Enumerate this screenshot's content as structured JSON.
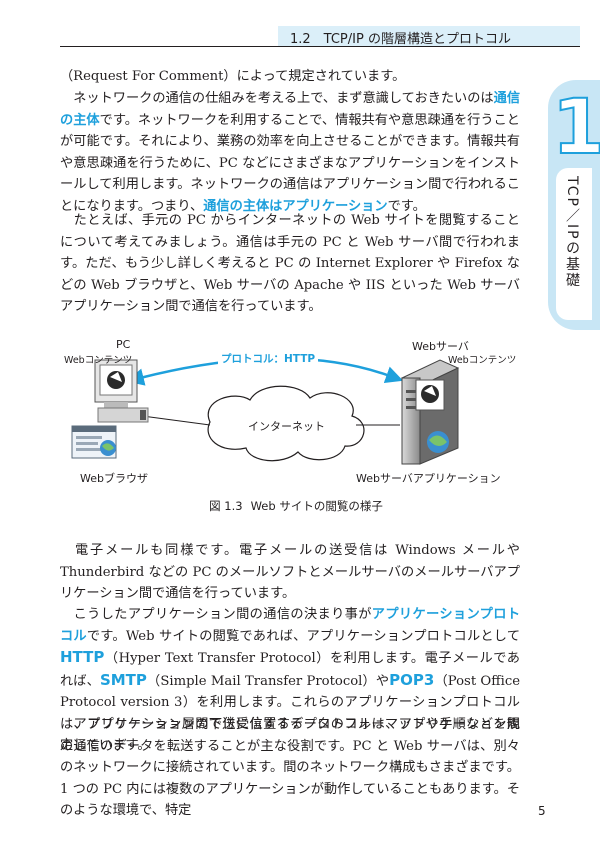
{
  "header": {
    "section_title": "1.2　TCP/IP の階層構造とプロトコル"
  },
  "side": {
    "chapter_number": "1",
    "chapter_label": "TCP／IPの基礎"
  },
  "page_number": "5",
  "paragraphs": {
    "p1": "（Request For Comment）によって規定されています。",
    "p2_a": "　ネットワークの通信の仕組みを考える上で、まず意識しておきたいのは",
    "p2_hl1": "通信の主体",
    "p2_b": "です。ネットワークを利用することで、情報共有や意思疎通を行うことが可能です。それにより、業務の効率を向上させることができます。情報共有や意思疎通を行うために、PC などにさまざまなアプリケーションをインストールして利用します。ネットワークの通信はアプリケーション間で行われることになります。つまり、",
    "p2_hl2": "通信の主体はアプリケーション",
    "p2_c": "です。",
    "p3": "　たとえば、手元の PC からインターネットの Web サイトを閲覧することについて考えてみましょう。通信は手元の PC と Web サーバ間で行われます。ただ、もう少し詳しく考えると PC の Internet Explorer や Firefox などの Web ブラウザと、Web サーバの Apache や IIS といった Web サーバアプリケーション間で通信を行っています。",
    "p4": "　電子メールも同様です。電子メールの送受信は Windows メールや Thunderbird などの PC のメールソフトとメールサーバのメールサーバアプリケーション間で通信を行っています。",
    "p5_a": "　こうしたアプリケーション間の通信の決まり事が",
    "p5_hl1": "アプリケーションプロトコル",
    "p5_b": "です。Web サイトの閲覧であれば、アプリケーションプロトコルとして",
    "p5_hl2": "HTTP",
    "p5_c": "（Hyper Text Transfer Protocol）を利用します。電子メールであれば、",
    "p5_hl3": "SMTP",
    "p5_d": "（Simple Mail Transfer Protocol）や",
    "p5_hl4": "POP3",
    "p5_e": "（Post Office Protocol version 3）を利用します。これらのアプリケーションプロトコルは、アプリケーション間で送受信するデータのフォーマットや手順などを規定しています。",
    "p6": "　アプリケーション層の下位に位置するプロトコルは、アプリケーション間の通信のデータを転送することが主な役割です。PC と Web サーバは、別々のネットワークに接続されています。間のネットワーク構成もさまざまです。1 つの PC 内には複数のアプリケーションが動作していることもあります。そのような環境で、特定"
  },
  "figure": {
    "pc_label": "PC",
    "pc_content_label": "Webコンテンツ",
    "protocol_label": "プロトコル：HTTP",
    "server_label": "Webサーバ",
    "server_content_label": "Webコンテンツ",
    "network_label": "インターネット",
    "browser_label": "Webブラウザ",
    "server_app_label": "Webサーバアプリケーション",
    "caption_number": "図 1.3",
    "caption_text": "Web サイトの閲覧の様子"
  },
  "colors": {
    "accent": "#1ea0dc",
    "tab_bg": "#c8e6f5",
    "header_tab": "#dbeff9"
  }
}
